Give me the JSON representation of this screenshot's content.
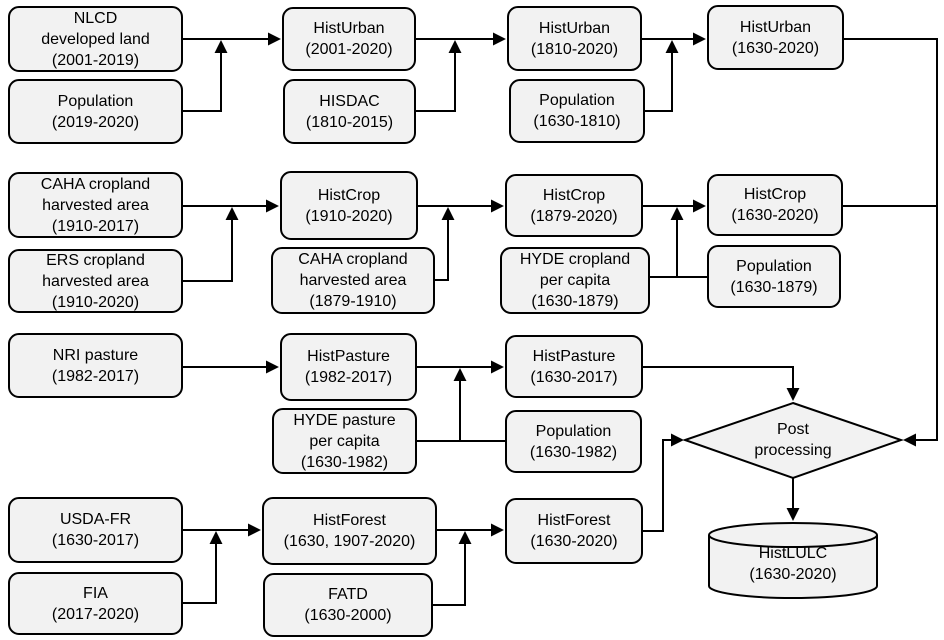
{
  "colors": {
    "background": "#ffffff",
    "node_fill": "#f2f2f2",
    "node_border": "#000000",
    "line": "#000000",
    "text": "#000000"
  },
  "nodes": {
    "nlcd_developed_land": "NLCD\ndeveloped land\n(2001-2019)",
    "population_2019_2020": "Population\n(2019-2020)",
    "histurban_2001_2020": "HistUrban\n(2001-2020)",
    "hisdac_1810_2015": "HISDAC\n(1810-2015)",
    "histurban_1810_2020": "HistUrban\n(1810-2020)",
    "population_1630_1810": "Population\n(1630-1810)",
    "histurban_1630_2020": "HistUrban\n(1630-2020)",
    "caha_cropland_1910_2017": "CAHA cropland\nharvested area\n(1910-2017)",
    "ers_cropland_1910_2020": "ERS cropland\nharvested area\n(1910-2020)",
    "histcrop_1910_2020": "HistCrop\n(1910-2020)",
    "caha_cropland_1879_1910": "CAHA cropland\nharvested area\n(1879-1910)",
    "histcrop_1879_2020": "HistCrop\n(1879-2020)",
    "hyde_cropland_per_capita_1630_1879": "HYDE cropland\nper capita\n(1630-1879)",
    "histcrop_1630_2020": "HistCrop\n(1630-2020)",
    "population_1630_1879": "Population\n(1630-1879)",
    "nri_pasture_1982_2017": "NRI pasture\n(1982-2017)",
    "histpasture_1982_2017": "HistPasture\n(1982-2017)",
    "hyde_pasture_per_capita_1630_1982": "HYDE pasture\nper capita\n(1630-1982)",
    "histpasture_1630_2017": "HistPasture\n(1630-2017)",
    "population_1630_1982": "Population\n(1630-1982)",
    "usda_fr_1630_2017": "USDA-FR\n(1630-2017)",
    "fia_2017_2020": "FIA\n(2017-2020)",
    "histforest_1630_1907_2020": "HistForest\n(1630, 1907-2020)",
    "fatd_1630_2000": "FATD\n(1630-2000)",
    "histforest_1630_2020": "HistForest\n(1630-2020)",
    "post_processing": "Post\nprocessing",
    "histlulc_1630_2020": "HistLULC\n(1630-2020)"
  }
}
